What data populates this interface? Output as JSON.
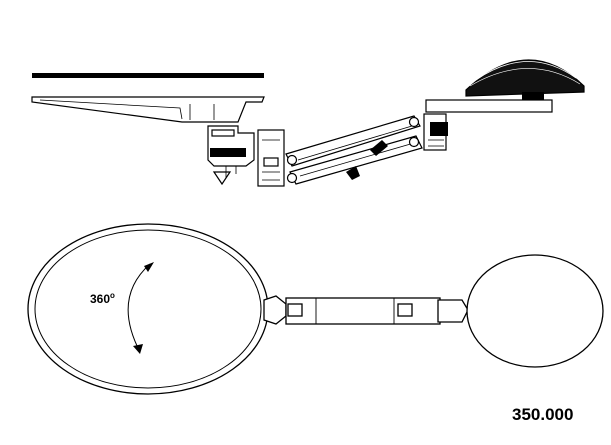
{
  "diagram": {
    "rotation_label": "360",
    "rotation_degree_mark": "o",
    "model_code": "350.000"
  },
  "colors": {
    "stroke": "#000000",
    "fill": "#ffffff",
    "shade": "#111111"
  }
}
